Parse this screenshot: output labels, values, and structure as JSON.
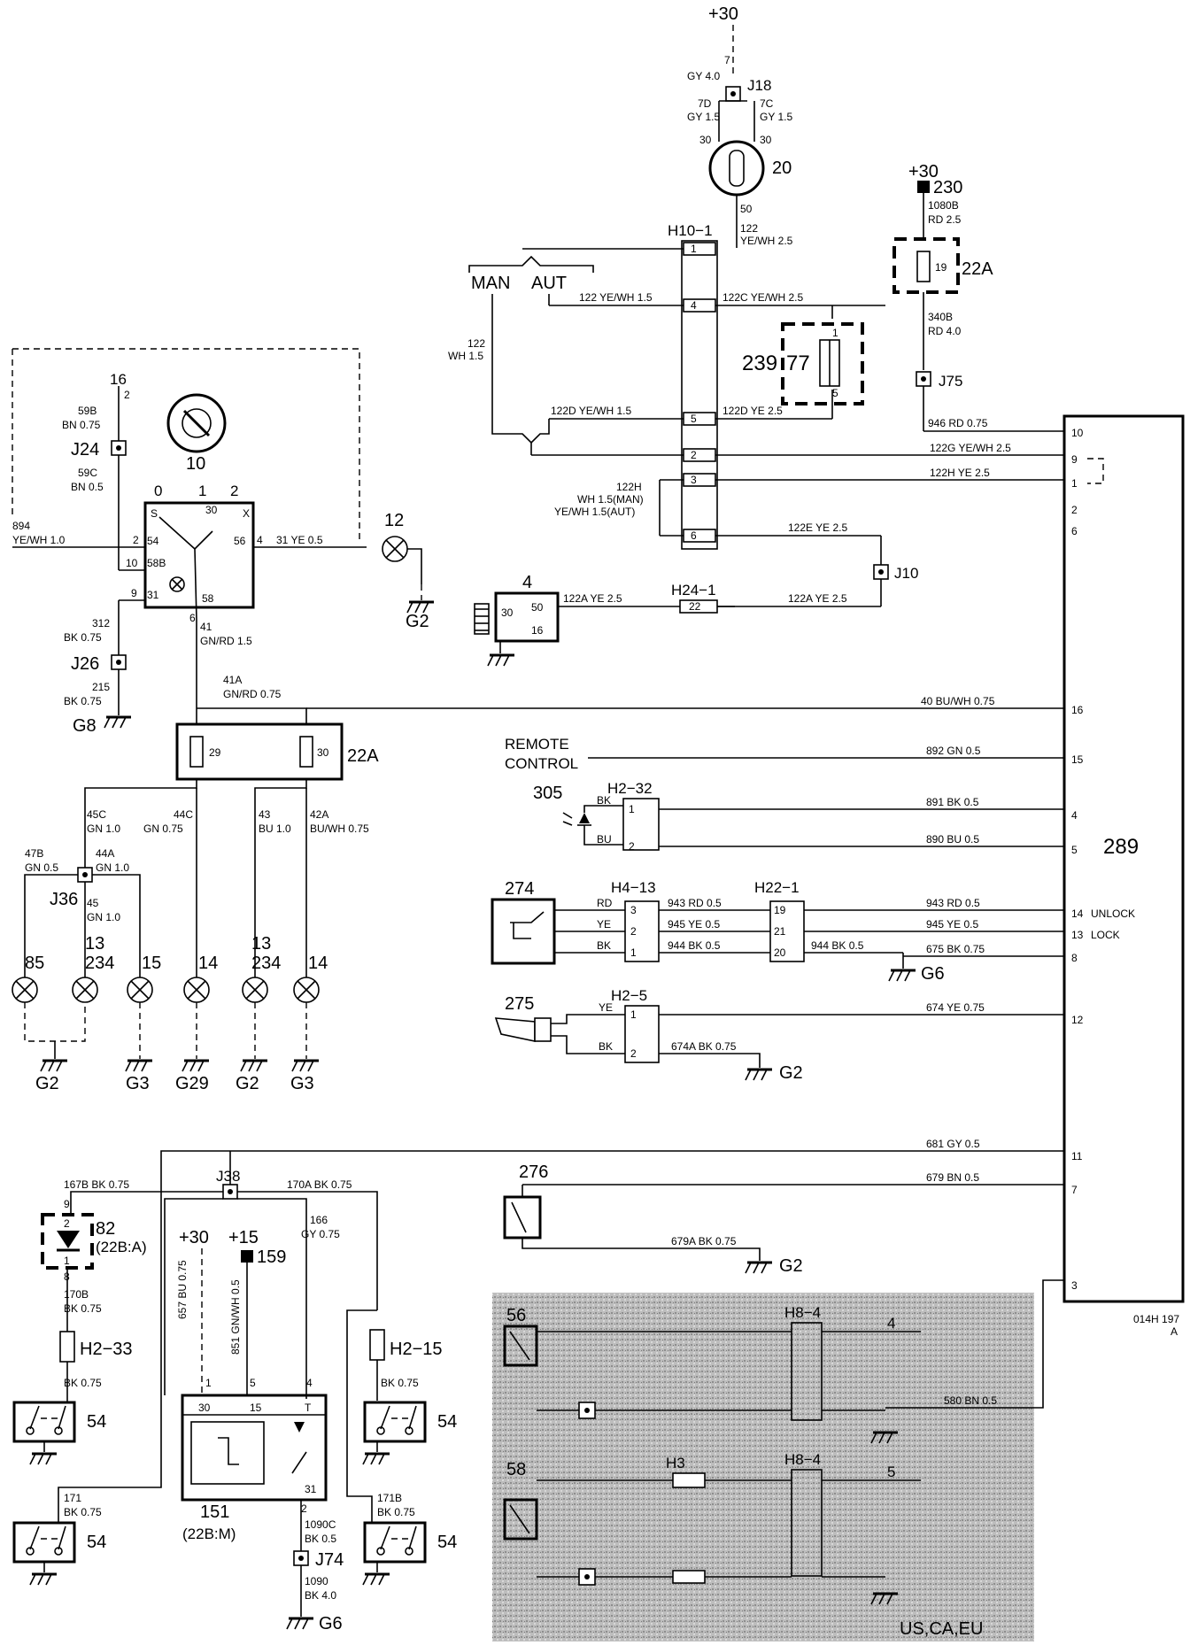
{
  "supply": {
    "plus30": "+30",
    "plus15": "+15"
  },
  "grounds": {
    "g2": "G2",
    "g3": "G3",
    "g6": "G6",
    "g8": "G8",
    "g29": "G29"
  },
  "components": {
    "c10": "10",
    "c12": "12",
    "c16": "16",
    "c20": "20",
    "c4": "4",
    "c85": "85",
    "c234": "234",
    "c15": "15",
    "c14": "14",
    "c13": "13",
    "c305": "305",
    "c274": "274",
    "c275": "275",
    "c276": "276",
    "c289": "289",
    "c82": "82",
    "c82sub": "(22B:A)",
    "c151": "151",
    "c151sub": "(22B:M)",
    "c54": "54",
    "c159": "159",
    "c230": "230",
    "c239": "239",
    "c77": "77",
    "c56": "56",
    "c58": "58",
    "fuse19": "19",
    "fuse29": "29",
    "fuse30": "30",
    "c22a": "22A"
  },
  "connectors": {
    "J18": "J18",
    "J24": "J24",
    "J26": "J26",
    "J36": "J36",
    "J38": "J38",
    "J10": "J10",
    "J75": "J75",
    "J74": "J74",
    "H10": "H10−1",
    "H24": "H24−1",
    "H2_32": "H2−32",
    "H4_13": "H4−13",
    "H22_1": "H22−1",
    "H2_5": "H2−5",
    "H2_33": "H2−33",
    "H2_15": "H2−15",
    "H8_4": "H8−4",
    "H3": "H3"
  },
  "labels": {
    "man": "MAN",
    "aut": "AUT",
    "remote1": "REMOTE",
    "remote2": "CONTROL",
    "unlock": "UNLOCK",
    "lock": "LOCK",
    "ref1": "014H 197",
    "ref2": "A",
    "region": "US,CA,EU",
    "rd": "RD",
    "ye": "YE",
    "bk": "BK",
    "bu": "BU"
  },
  "wires": {
    "w7": "7",
    "w7gy": "GY 4.0",
    "w7d": "7D",
    "w7dgy": "GY 1.5",
    "w7c": "7C",
    "w7cgy": "GY 1.5",
    "t30a": "30",
    "t30b": "30",
    "t50": "50",
    "w122": "122",
    "w122y": "YE/WH 2.5",
    "w122a": "122  YE/WH 1.5",
    "w122c": "122C  YE/WH 2.5",
    "w122wh": "122",
    "w122wh2": "WH  1.5",
    "w122d": "122D  YE/WH 1.5",
    "w122d2": "122D  YE 2.5",
    "w122g": "122G  YE/WH 2.5",
    "w122hh": "122H  YE 2.5",
    "w122h": "122H",
    "w122h2": "WH 1.5(MAN)",
    "w122h3": "YE/WH 1.5(AUT)",
    "w122e": "122E  YE 2.5",
    "w122aa": "122A  YE 2.5",
    "w122ab": "122A  YE 2.5",
    "w1080": "1080B",
    "w1080c": "RD  2.5",
    "w340": "340B",
    "w340c": "RD  4.0",
    "w946": "946  RD 0.75",
    "w40": "40  BU/WH 0.75",
    "w892": "892  GN 0.5",
    "w891": "891  BK 0.5",
    "w890": "890  BU 0.5",
    "w943a": "943  RD 0.5",
    "w945a": "945  YE 0.5",
    "w944a": "944  BK 0.5",
    "w943b": "943  RD 0.5",
    "w945b": "945  YE 0.5",
    "w944b": "944  BK 0.5",
    "w675": "675  BK 0.75",
    "w674": "674  YE 0.75",
    "w674a": "674A  BK 0.75",
    "w681": "681  GY 0.5",
    "w679": "679  BN 0.5",
    "w679a": "679A  BK 0.75",
    "w59b": "59B",
    "w59bc": "BN 0.75",
    "w59c": "59C",
    "w59cc": "BN 0.5",
    "w894": "894",
    "w894c": "YE/WH 1.0",
    "w31": "31  YE 0.5",
    "w312": "312",
    "w312c": "BK 0.75",
    "w215": "215",
    "w215c": "BK 0.75",
    "w41": "41",
    "w41c": "GN/RD 1.5",
    "w41a": "41A",
    "w41ac": "GN/RD 0.75",
    "w45c": "45C",
    "w45cc": "GN 1.0",
    "w44c": "44C",
    "w44cc": "GN 0.75",
    "w43": "43",
    "w43c": "BU 1.0",
    "w42a": "42A",
    "w42ac": "BU/WH 0.75",
    "w47b": "47B",
    "w47bc": "GN 0.5",
    "w44a": "44A",
    "w44ac": "GN 1.0",
    "w45": "45",
    "w45b": "GN 1.0",
    "w167b": "167B  BK 0.75",
    "w170a": "170A  BK 0.75",
    "w166": "166",
    "w166c": "GY 0.75",
    "w170b": "170B",
    "w170bc": "BK 0.75",
    "wbk075a": "BK 0.75",
    "wbk075b": "BK 0.75",
    "w171": "171",
    "w171c": "BK 0.75",
    "w171b": "171B",
    "w171bc": "BK 0.75",
    "w657": "657  BU 0.75",
    "w851": "851  GN/WH 0.5",
    "w1090c": "1090C",
    "w1090cc": "BK 0.5",
    "w1090": "1090",
    "w1090bk": "BK 4.0",
    "w580": "580  BN 0.5"
  },
  "pins": {
    "p10": "10",
    "p9": "9",
    "p1": "1",
    "p2": "2",
    "p6": "6",
    "p16": "16",
    "p15": "15",
    "p4": "4",
    "p5": "5",
    "p14": "14",
    "p13": "13",
    "p8": "8",
    "p12": "12",
    "p11": "11",
    "p7": "7",
    "p3": "3",
    "s0": "0",
    "s1": "1",
    "s2": "2",
    "sS": "S",
    "sX": "X",
    "s30": "30",
    "s54": "54",
    "s56": "56",
    "s58b": "58B",
    "s31": "31",
    "s58": "58",
    "n10": "10",
    "n9": "9",
    "n6": "6",
    "n2": "2",
    "n4": "4",
    "m30": "30",
    "m15": "15",
    "mT": "T",
    "m31": "31",
    "r30": "30",
    "r50": "50",
    "r16": "16",
    "h1": "1",
    "h4": "4",
    "h5": "5",
    "h2": "2",
    "h3": "3",
    "h6": "6",
    "h22": "22",
    "k3": "3",
    "k2": "2",
    "k1": "1",
    "k19": "19",
    "k21": "21",
    "k20": "20",
    "e9": "9",
    "e2": "2",
    "e1": "1",
    "e8": "8"
  }
}
